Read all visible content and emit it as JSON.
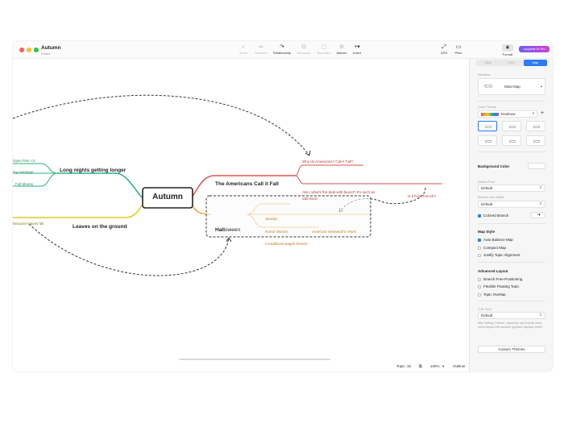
{
  "window": {
    "title": "Autumn",
    "subtitle": "Edited",
    "toolbar": [
      {
        "icon": "zoom-icon",
        "label": "Zoom",
        "enabled": false
      },
      {
        "icon": "subtopic-icon",
        "label": "Subtopic",
        "enabled": false
      },
      {
        "icon": "relationship-icon",
        "label": "Relationship",
        "enabled": true
      },
      {
        "icon": "summary-icon",
        "label": "Summary",
        "enabled": false
      },
      {
        "icon": "boundary-icon",
        "label": "Boundary",
        "enabled": false
      },
      {
        "icon": "star-icon",
        "label": "Marker",
        "enabled": true
      },
      {
        "icon": "plus-icon",
        "label": "Insert",
        "enabled": true
      },
      {
        "icon": "zen-icon",
        "label": "ZEN",
        "enabled": true
      },
      {
        "icon": "pitch-icon",
        "label": "Pitch",
        "enabled": true
      }
    ],
    "upgrade_label": "Upgrade to Pro",
    "format_label": "Format"
  },
  "mindmap": {
    "central": "Autumn",
    "branches": {
      "long_nights": {
        "label": "Long nights getting longer",
        "children": [
          "Open fires <3",
          "my evenings",
          "Full Moons"
        ]
      },
      "leaves": {
        "label": "Leaves on the ground",
        "children": [
          "because leaves fall."
        ]
      },
      "americans": {
        "label": "The Americans Call it Fall",
        "children": [
          "Why do Americans? Call it Fall?",
          "Also, what's the deal with faucet? It's such an",
          "odd word"
        ]
      },
      "halloween": {
        "label_part1": "Hall",
        "label_part2": "oween",
        "children": [
          "Spooky",
          "Horror Movies",
          "American Werewolf in Paris",
          "A traditional pagan festival"
        ]
      }
    },
    "floating_topic": "Is it from French?"
  },
  "status": {
    "topic_count": "Topic: 16",
    "zoom": "100%",
    "outliner": "Outliner"
  },
  "panel": {
    "tabs": [
      "Style",
      "Pitch",
      "Map"
    ],
    "active_tab": "Map",
    "skeleton_label": "Skeleton",
    "skeleton_value": "Mind Map",
    "color_theme_label": "Color Theme",
    "color_theme_value": "Rainbow",
    "background_color_label": "Background Color",
    "global_font_label": "Global Font",
    "global_font_value": "Default",
    "branch_line_label": "Branch Line Width",
    "branch_line_value": "Default",
    "colored_branch_label": "Colored Branch",
    "map_style_label": "Map Style",
    "auto_balance": "Auto Balance Map",
    "compact_map": "Compact Map",
    "justify": "Justify Topic Alignment",
    "advanced_label": "Advanced Layout",
    "branch_free": "Branch Free-Positioning",
    "flexible_floating": "Flexible Floating Topic",
    "topic_overlap": "Topic Overlap",
    "cjk_font_label": "CJK Font",
    "cjk_font_value": "Default",
    "cjk_note": "After setting Chinese, Japanese and Korean fonts, mixed layout with western typeface displays better.",
    "custom_themes": "Custom Themes"
  },
  "colors": {
    "accent": "#2b7bf2",
    "green_branch": "#27b37a",
    "yellow_branch": "#e6c81e",
    "red_branch": "#e05252",
    "orange_branch": "#f0a038"
  }
}
